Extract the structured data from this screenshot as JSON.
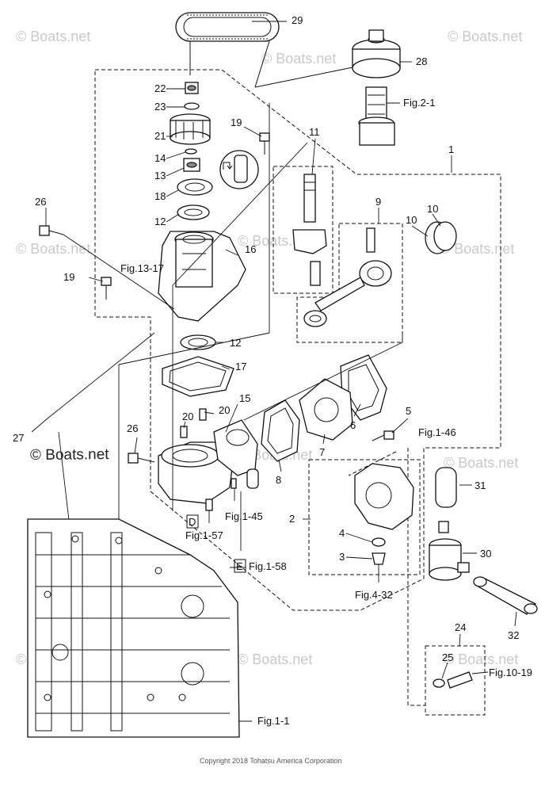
{
  "parts": [
    "29",
    "28",
    "22",
    "23",
    "21",
    "14",
    "13",
    "18",
    "12",
    "19",
    "11",
    "1",
    "9",
    "10",
    "10",
    "26",
    "16",
    "19",
    "12",
    "17",
    "15",
    "20",
    "20",
    "5",
    "6",
    "7",
    "8",
    "26",
    "27",
    "2",
    "4",
    "3",
    "31",
    "30",
    "32",
    "24",
    "25"
  ],
  "refs": {
    "fig_2_1": "Fig.2-1",
    "fig_13_17": "Fig.13-17",
    "fig_1_46": "Fig.1-46",
    "fig_1_45": "Fig.1-45",
    "fig_1_57": "Fig.1-57",
    "fig_1_58": "Fig.1-58",
    "fig_4_32": "Fig.4-32",
    "fig_10_19": "Fig.10-19",
    "fig_1_1": "Fig.1-1",
    "box_d": "D",
    "box_e": "E"
  },
  "watermark": "© Boats.net",
  "copyright": "Copyright 2018 Tohatsu America Corporation",
  "icons": [
    "arrow-turn-icon"
  ]
}
